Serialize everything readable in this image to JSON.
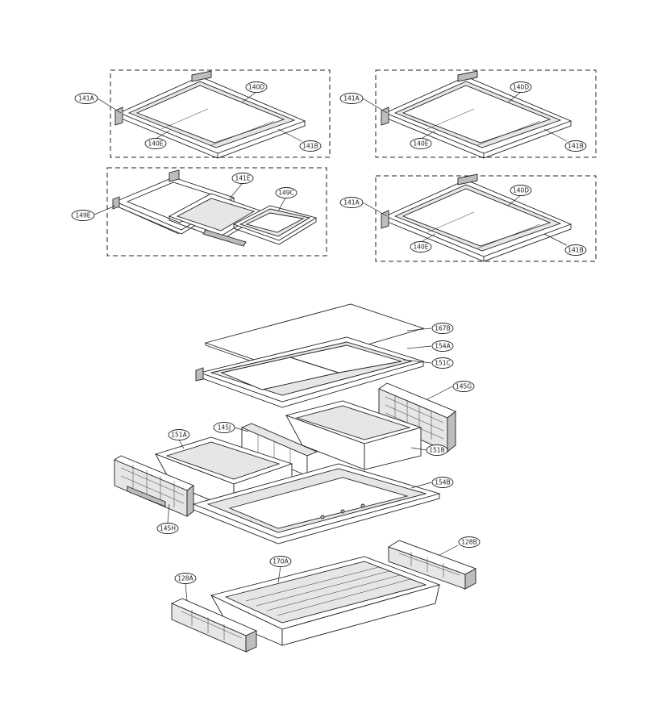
{
  "colors": {
    "line": "#222222",
    "background": "#ffffff",
    "shade": "#e6e6e6"
  },
  "parts": {
    "g1": {
      "a": "141A",
      "b": "140D",
      "c": "140E",
      "d": "141B"
    },
    "g2": {
      "a": "141A",
      "b": "140D",
      "c": "140E",
      "d": "141B"
    },
    "g3": {
      "a": "149E",
      "b": "141E",
      "c": "149C"
    },
    "g4": {
      "a": "141A",
      "b": "140D",
      "c": "140E",
      "d": "141B"
    },
    "crisper": {
      "cover": "167B",
      "frame": "154A",
      "support": "151C",
      "guide_right": "145G",
      "divider": "145J",
      "drawer_left": "151A",
      "drawer_right": "151B",
      "base": "154B",
      "guide_left": "145H",
      "rail_right": "128B",
      "tray": "170A",
      "rail_left": "128A"
    }
  }
}
